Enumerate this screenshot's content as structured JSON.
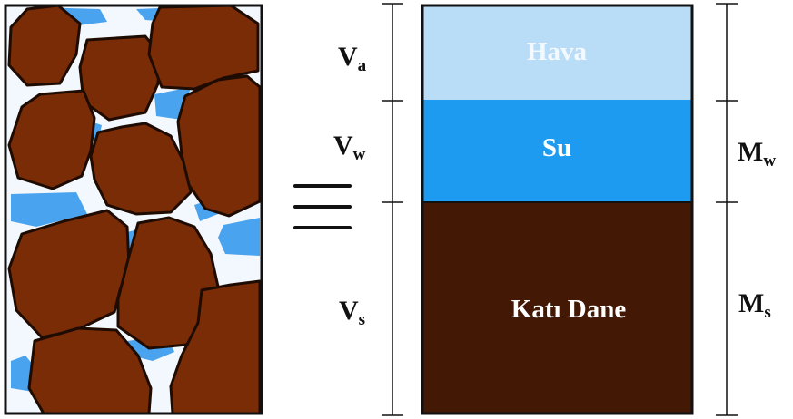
{
  "phases": {
    "air": {
      "label": "Hava",
      "color": "#b9dcf7",
      "text_color": "#f4f9ff"
    },
    "water": {
      "label": "Su",
      "color": "#1c9bf0",
      "text_color": "#ffffff"
    },
    "solid": {
      "label": "Katı Dane",
      "color": "#431906",
      "text_color": "#ffffff"
    }
  },
  "volume_labels": {
    "air": {
      "main": "V",
      "sub": "a"
    },
    "water": {
      "main": "V",
      "sub": "w"
    },
    "solid": {
      "main": "V",
      "sub": "s"
    }
  },
  "mass_labels": {
    "water": {
      "main": "M",
      "sub": "w"
    },
    "solid": {
      "main": "M",
      "sub": "s"
    }
  },
  "equivalence_symbol": "≡",
  "colors": {
    "grain": "#7a2c06",
    "grain_outline": "#1e0b02",
    "pore_water": "#4aa3ee",
    "pore_air": "#eef6fc",
    "line": "#111111"
  }
}
